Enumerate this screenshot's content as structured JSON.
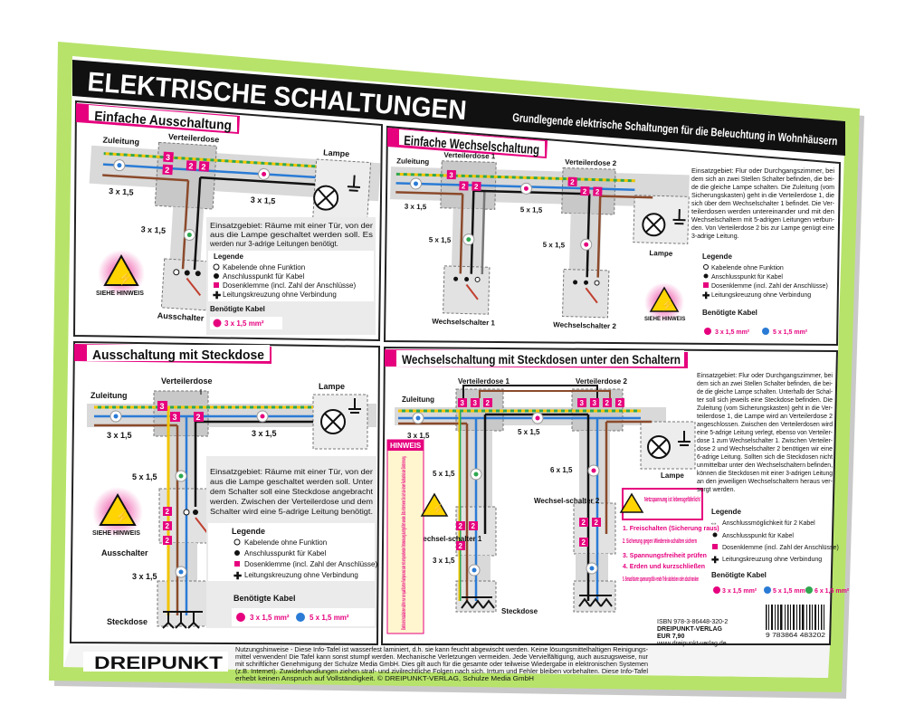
{
  "title": "ELEKTRISCHE SCHALTUNGEN",
  "subtitle": "Grundlegende elektrische Schaltungen für die Beleuchtung in Wohnhäusern",
  "panel1": {
    "title": "Einfache Ausschaltung",
    "verteilerdose": "Verteilerdose",
    "zuleitung": "Zuleitung",
    "lampe": "Lampe",
    "cable_a": "3 x 1,5",
    "cable_b": "3 x 1,5",
    "cable_c": "3 x 1,5",
    "schalter": "Ausschalter",
    "hinweis": "SIEHE HINWEIS",
    "einsatz": [
      "Einsatzgebiet: Räume mit einer Tür, von der",
      "aus die Lampe geschaltet werden soll. Es",
      "werden nur 3-adrige Leitungen benötigt."
    ],
    "legend_title": "Legende",
    "legend": [
      "Kabelende ohne Funktion",
      "Anschlusspunkt für Kabel",
      "Dosenklemme (incl. Zahl der Anschlüsse)",
      "Leitungskreuzung ohne Verbindung"
    ],
    "kabel_title": "Benötigte Kabel",
    "kabel": [
      "3 x 1,5 mm²"
    ]
  },
  "panel2": {
    "title": "Einfache Wechselschaltung",
    "vd1": "Verteilerdose 1",
    "vd2": "Verteilerdose 2",
    "zuleitung": "Zuleitung",
    "cable_a": "3 x 1,5",
    "cable_b": "5 x 1,5",
    "cable_c": "5 x 1,5",
    "schalter1": "Wechselschalter 1",
    "schalter2": "Wechselschalter 2",
    "lampe": "Lampe",
    "hinweis": "SIEHE HINWEIS",
    "einsatz": [
      "Einsatzgebiet: Flur oder Durchgangszimmer, bei",
      "dem sich an zwei Stellen Schalter befinden, die bei-",
      "de die gleiche Lampe schalten. Die Zuleitung (vom",
      "Sicherungskasten) geht in die Verteilerdose 1, die",
      "sich über dem Wechselschalter 1 befindet. Die Ver-",
      "teilerdosen werden untereinander und mit den",
      "Wechselschaltern mit 5-adrigen Leitungen verbun-",
      "den. Von Verteilerdose 2 bis zur Lampe genügt eine",
      "3-adrige Leitung."
    ],
    "legend_title": "Legende",
    "legend": [
      "Kabelende ohne Funktion",
      "Anschlusspunkt für Kabel",
      "Dosenklemme (incl. Zahl der Anschlüsse)",
      "Leitungskreuzung ohne Verbindung"
    ],
    "kabel_title": "Benötigte Kabel",
    "kabel": [
      "3 x 1,5 mm²",
      "5 x 1,5 mm²"
    ]
  },
  "panel3": {
    "title": "Ausschaltung mit Steckdose",
    "verteilerdose": "Verteilerdose",
    "zuleitung": "Zuleitung",
    "lampe": "Lampe",
    "cable_a": "3 x 1,5",
    "cable_b": "3 x 1,5",
    "cable_c": "5 x 1,5",
    "cable_d": "3 x 1,5",
    "schalter": "Ausschalter",
    "steckdose": "Steckdose",
    "hinweis": "SIEHE HINWEIS",
    "einsatz": [
      "Einsatzgebiet: Räume mit einer Tür, von der",
      "aus die Lampe geschaltet werden soll. Unter",
      "dem Schalter soll eine Steckdose angebracht",
      "werden. Zwischen der Verteilerdose und dem",
      "Schalter wird eine 5-adrige Leitung benötigt."
    ],
    "legend_title": "Legende",
    "legend": [
      "Kabelende ohne Funktion",
      "Anschlusspunkt für Kabel",
      "Dosenklemme (incl. Zahl der Anschlüsse)",
      "Leitungskreuzung ohne Verbindung"
    ],
    "kabel_title": "Benötigte Kabel",
    "kabel": [
      "3 x 1,5 mm²",
      "5 x 1,5 mm²"
    ]
  },
  "panel4": {
    "title": "Wechselschaltung mit Steckdosen unter den Schaltern",
    "vd1": "Verteilerdose 1",
    "vd2": "Verteilerdose 2",
    "zuleitung": "Zuleitung",
    "cable_a": "3 x 1,5",
    "cable_b": "5 x 1,5",
    "cable_c": "6 x 1,5",
    "cable_d": "3 x 1,5",
    "schalter1": "Wechsel-schalter 1",
    "schalter2": "Wechsel-schalter 2",
    "lampe": "Lampe",
    "steckdose": "Steckdose",
    "hinweis_label": "HINWEIS",
    "hinweis_vertical": "Elektrische Installationen dürfen nur von qualifizierten Fachpersonal oder mit entsprechender Unterweisung durchgeführt werden. Bitte informieren Sie sich bei einem Fachbetrieb der Elektroinnung.",
    "warning_title": "Netzspannung ist lebensgefährlich!",
    "warning_list": [
      "1. Freischalten (Sicherung raus)",
      "2. Sicherung gegen Wiederein-schalten sichern",
      "3. Spannungsfreiheit prüfen",
      "4. Erden und kurzschließen",
      "5. Benachbarte spannungsfüh-rende Teile abdecken oder abschranken"
    ],
    "einsatz": [
      "Einsatzgebiet: Flur oder Durchgangszimmer, bei",
      "dem sich an zwei Stellen Schalter befinden, die bei-",
      "de die gleiche Lampe schalten. Unterhalb der Schal-",
      "ter soll sich jeweils eine Steckdose befinden. Die",
      "Zuleitung (vom Sicherungskasten) geht in die Ver-",
      "teilerdose 1, die Lampe wird an Verteilerdose 2",
      "angeschlossen. Zwischen den Verteilerdosen wird",
      "eine 5-adrige Leitung verlegt, ebenso von Verteiler-",
      "dose 1 zum Wechselschalter 1. Zwischen Verteiler-",
      "dose 2 und Wechselschalter 2 benötigen wir eine",
      "6-adrige Leitung. Sollten sich die Steckdosen nicht",
      "unmittelbar unter den Wechselschaltern befinden,",
      "können die Steckdosen mit einer 3-adrigen Leitung",
      "an den jeweiligen Wechselschaltern heraus ver-",
      "sorgt werden."
    ],
    "legend_title": "Legende",
    "legend": [
      "Anschlussmöglichkeit für 2 Kabel",
      "Anschlusspunkt für Kabel",
      "Dosenklemme (incl. Zahl der Anschlüsse)",
      "Leitungskreuzung ohne Verbindung"
    ],
    "kabel_title": "Benötigte Kabel",
    "kabel": [
      "3 x 1,5 mm²",
      "5 x 1,5 mm²",
      "6 x 1,5 mm²"
    ]
  },
  "footer": {
    "brand": "DREIPUNKT",
    "notes": [
      "Nutzungshinweise - Diese Info-Tafel ist wasserfest laminiert, d.h. sie kann feucht abgewischt werden. Keine lösungsmittelhaltigen Reinigungs-",
      "mittel verwenden! Die Tafel kann sonst stumpf werden. Mechanische Verletzungen vermeiden. Jede Vervielfältigung, auch auszugsweise, nur",
      "mit schriftlicher Genehmigung der Schulze Media GmbH. Dies gilt auch für die gesamte oder teilweise Wiedergabe in elektronischen Systemen",
      "(z.B. Internet). Zuwiderhandlungen ziehen straf- und zivilrechtliche Folgen nach sich. Irrtum und Fehler bleiben vorbehalten. Diese Info-Tafel",
      "erhebt keinen Anspruch auf Vollständigkeit. © DREIPUNKT-VERLAG, Schulze Media GmbH"
    ],
    "isbn": "ISBN  978-3-86448-320-2",
    "publisher": "DREIPUNKT-VERLAG",
    "price": "EUR 7,90",
    "url": "www.dreipunkt-verlag.de",
    "barcode_digits": "9 783864 483202"
  },
  "colors": {
    "magenta": "#e6007e",
    "green_frame": "#b7e36a",
    "black_bar": "#111111",
    "box_gray": "#d9d9d9"
  }
}
